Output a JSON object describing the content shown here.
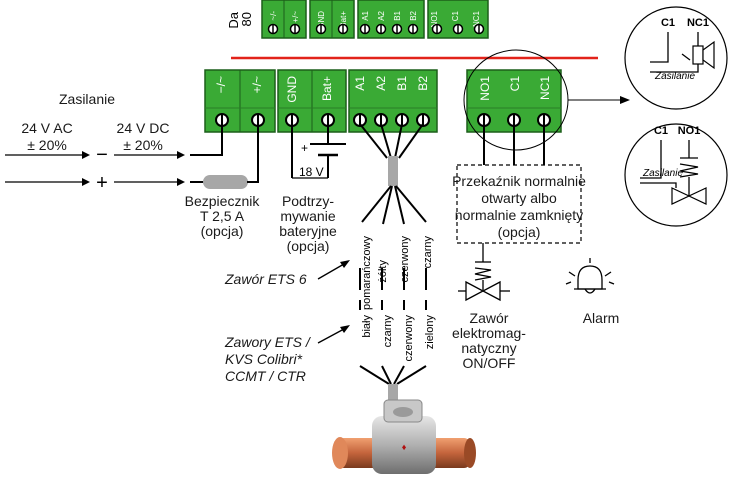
{
  "colors": {
    "terminal_green": "#3aaa35",
    "terminal_dark": "#2a7d27",
    "bus_red": "#e2231a",
    "cable_grey": "#a7a7a7"
  },
  "top_device_label": [
    "Da",
    "80"
  ],
  "top_terminals": [
    {
      "labels": [
        "~/-",
        "+/~"
      ]
    },
    {
      "labels": [
        "GND",
        "Bat+"
      ]
    },
    {
      "labels": [
        "A1",
        "A2",
        "B1",
        "B2"
      ]
    },
    {
      "labels": [
        "NO1",
        "C1",
        "NC1"
      ]
    }
  ],
  "power": {
    "title": "Zasilanie",
    "ac_label": "24 V AC",
    "ac_tol": "± 20%",
    "dc_label": "24 V DC",
    "dc_tol": "± 20%",
    "minus": "−",
    "plus": "+"
  },
  "terminals": {
    "power": [
      "−/~",
      "+/~"
    ],
    "battery": [
      "GND",
      "Bat+"
    ],
    "valve": [
      "A1",
      "A2",
      "B1",
      "B2"
    ],
    "relay": [
      "NO1",
      "C1",
      "NC1"
    ]
  },
  "fuse": [
    "Bezpiecznik",
    "T 2,5 A",
    "(opcja)"
  ],
  "battery": {
    "plus": "+",
    "voltage": "18 V",
    "label": [
      "Podtrzy-",
      "mywanie",
      "bateryjne",
      "(opcja)"
    ]
  },
  "relay_box": [
    "Przekaźnik normalnie",
    "otwarty albo",
    "normalnie zamknięty",
    "(opcja)"
  ],
  "solenoid": [
    "Zawór",
    "elektromag-",
    "natyczny",
    "ON/OFF"
  ],
  "alarm": "Alarm",
  "ets6": {
    "label": "Zawór ETS 6",
    "wires": [
      "pomarańczowy",
      "żółty",
      "czerwony",
      "czarny"
    ]
  },
  "ets_other": {
    "label": [
      "Zawory ETS /",
      "KVS Colibri*",
      "CCMT / CTR"
    ],
    "wires": [
      "biały",
      "czarny",
      "czerwony",
      "zielony"
    ]
  },
  "circle_nc": {
    "c_label": "C1",
    "nc_label": "NC1",
    "supply": "Zasilanie"
  },
  "circle_no": {
    "c_label": "C1",
    "no_label": "NO1",
    "supply": "Zasilanie"
  }
}
